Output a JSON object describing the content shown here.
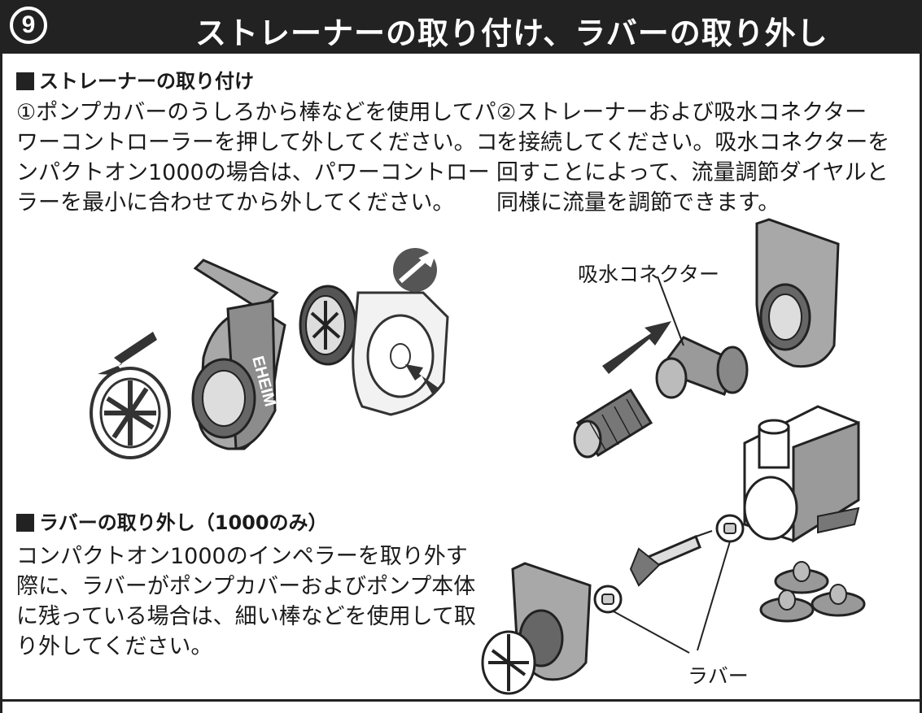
{
  "header": {
    "step_number": "9",
    "title": "ストレーナーの取り付け、ラバーの取り外し"
  },
  "section_attach": {
    "heading": "ストレーナーの取り付け",
    "step1_lines": [
      "①ポンプカバーのうしろから棒などを使用してパ",
      "ワーコントローラーを押して外してください。コ",
      "ンパクトオン1000の場合は、パワーコントロー",
      "ラーを最小に合わせてから外してください。"
    ],
    "step2_lines": [
      "②ストレーナーおよび吸水コネクター",
      "を接続してください。吸水コネクターを",
      "回すことによって、流量調節ダイヤルと",
      "同様に流量を調節できます。"
    ],
    "label_connector": "吸水コネクター",
    "brand_mark": "EHEIM"
  },
  "section_remove": {
    "heading": "ラバーの取り外し（1000のみ）",
    "lines": [
      "コンパクトオン1000のインペラーを取り外す",
      "際に、ラバーがポンプカバーおよびポンプ本体",
      "に残っている場合は、細い棒などを使用して取",
      "り外してください。"
    ],
    "label_rubber": "ラバー"
  },
  "colors": {
    "header_bg": "#222222",
    "header_text": "#ffffff",
    "illustration_fill": "#9a9a9a",
    "illustration_dark": "#333333"
  },
  "icons": [
    "screwdriver-icon",
    "arrow-icon"
  ]
}
